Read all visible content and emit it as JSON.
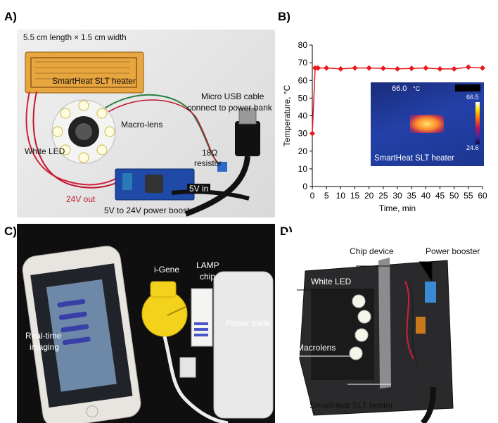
{
  "panels": {
    "a": {
      "letter": "A)",
      "labels": {
        "heater_size": "5.5 cm length × 1.5 cm width",
        "heater_name": "SmartHeat SLT heater",
        "macro_lens": "Macro-lens",
        "white_led": "White LED",
        "usb_cable_line1": "Micro USB cable",
        "usb_cable_line2": "connect to power bank",
        "resistor_value": "18Ω",
        "resistor": "resistor",
        "v_in": "5V in",
        "v_out": "24V out",
        "booster": "5V to 24V power booster"
      }
    },
    "b": {
      "letter": "B)",
      "thermal_inset": {
        "temp_readout": "66.0",
        "temp_unit": "°C",
        "scale_max": "66.5",
        "scale_min": "24.6",
        "caption": "SmartHeat SLT heater"
      }
    },
    "c": {
      "letter": "C)",
      "labels": {
        "realtime_line1": "Real-time",
        "realtime_line2": "imaging",
        "igene": "i-Gene",
        "lamp_line1": "LAMP",
        "lamp_line2": "chip",
        "power_bank": "Power bank"
      }
    },
    "d": {
      "letter": "D)",
      "labels": {
        "chip_device": "Chip device",
        "power_booster": "Power booster",
        "white_led": "White LED",
        "macrolens": "Macrolens",
        "heater": "SmartHeat SLT heater"
      }
    }
  },
  "chart_data": {
    "type": "line",
    "title": "",
    "xlabel": "Time, min",
    "ylabel": "Temperature, °C",
    "xlim": [
      0,
      60
    ],
    "ylim": [
      0,
      80
    ],
    "x_ticks": [
      "0",
      "5",
      "10",
      "15",
      "20",
      "25",
      "30",
      "35",
      "40",
      "45",
      "50",
      "55",
      "60"
    ],
    "y_ticks": [
      "0",
      "10",
      "20",
      "30",
      "40",
      "50",
      "60",
      "70",
      "80"
    ],
    "series": [
      {
        "color": "#e8191f",
        "x": [
          0,
          1,
          2,
          5,
          10,
          15,
          20,
          25,
          30,
          35,
          40,
          45,
          50,
          55,
          60
        ],
        "y": [
          30,
          67,
          67,
          67,
          66.5,
          67,
          67,
          66.8,
          66.5,
          66.8,
          67,
          66.5,
          66.5,
          67.5,
          67
        ]
      }
    ]
  }
}
